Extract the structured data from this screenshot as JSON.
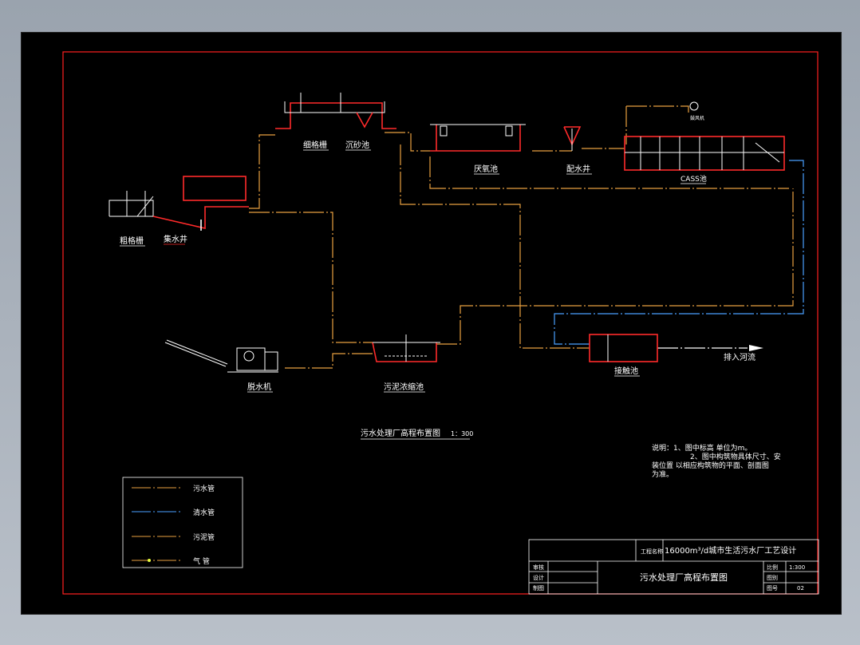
{
  "units": {
    "coarse_screen": "粗格栅",
    "collect_well": "集水井",
    "fine_screen": "细格栅",
    "grit_chamber": "沉砂池",
    "anoxic_tank": "厌氧池",
    "distribution_well": "配水井",
    "cass_tank": "CASS池",
    "blower": "鼓风机",
    "dewatering": "脱水机",
    "sludge_thickener": "污泥浓缩池",
    "contact_tank": "接触池"
  },
  "discharge_label": "排入河流",
  "drawing_title": "污水处理厂高程布置图",
  "drawing_scale": "1：300",
  "notes": {
    "line1": "说明：1、图中标高 单位为m。",
    "line2": "2、图中构筑物具体尺寸、安",
    "line3": "装位置 以相应构筑物的平面、剖面图",
    "line4": "为准。"
  },
  "legend": [
    {
      "label": "污水管",
      "color": "#e8a040"
    },
    {
      "label": "清水管",
      "color": "#4aa0ff"
    },
    {
      "label": "污泥管",
      "color": "#e8a040"
    },
    {
      "label": "气  管",
      "color": "#e8a040"
    }
  ],
  "title_block": {
    "project_key": "工程名称",
    "project": "16000m³/d城市生活污水厂工艺设计",
    "review": "审核",
    "design": "设计",
    "draw": "制图",
    "sheet_name": "污水处理厂高程布置图",
    "scale_key": "比例",
    "scale_val": "1:300",
    "category_key": "图别",
    "category_val": "",
    "number_key": "图号",
    "number_val": "02"
  },
  "colors": {
    "frame": "#ff2020",
    "sewage": "#e8a040",
    "clean": "#4aa0ff",
    "structure_red": "#ff2a2a",
    "structure_white": "#ffffff"
  }
}
